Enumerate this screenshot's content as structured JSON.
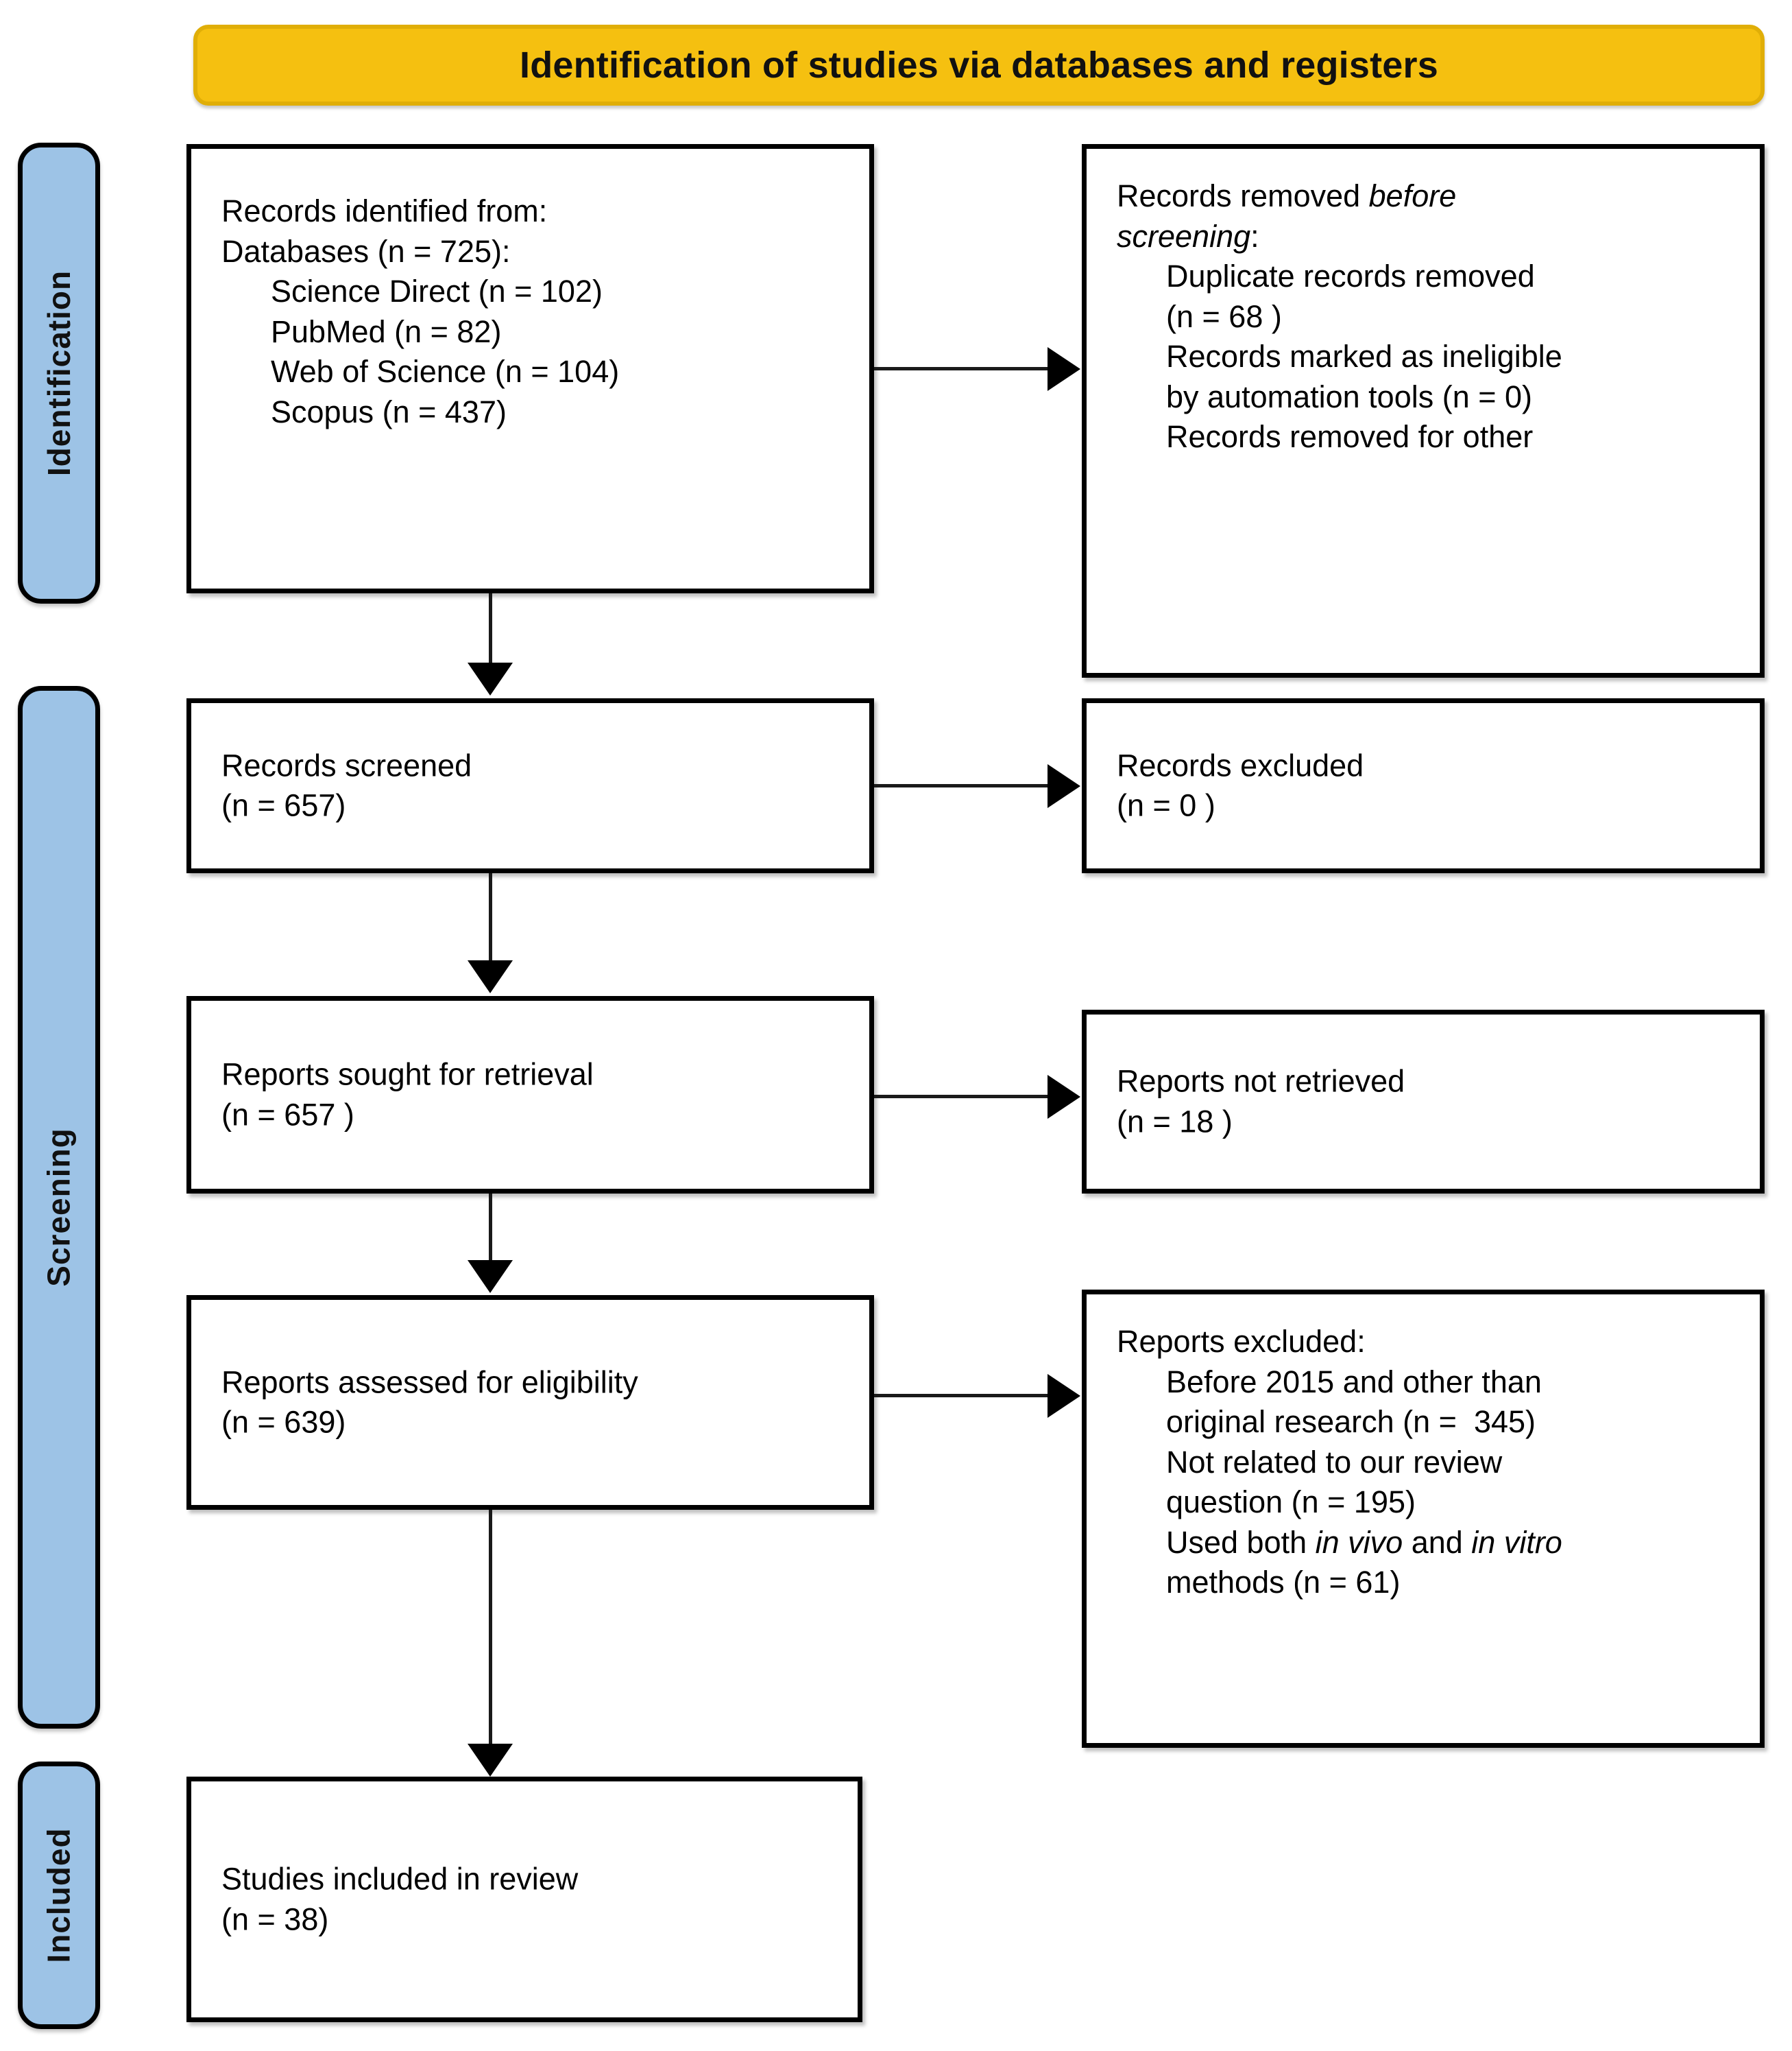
{
  "banner": {
    "title": "Identification of studies via databases and registers",
    "bg_color": "#F5C010"
  },
  "stages": {
    "identification": "Identification",
    "screening": "Screening",
    "included": "Included",
    "color": "#9DC3E6"
  },
  "boxes": {
    "identified": {
      "line1": "Records identified from:",
      "line2": "Databases (n = 725):",
      "line3": "Science Direct (n = 102)",
      "line4": "PubMed (n = 82)",
      "line5": "Web of Science (n = 104)",
      "line6": "Scopus (n = 437)"
    },
    "removed": {
      "line1_a": "Records removed ",
      "line1_em": "before",
      "line2_em": "screening",
      "line2_b": ":",
      "line3": "Duplicate records removed",
      "line4": "(n = 68 )",
      "line5": "Records marked as ineligible",
      "line6": "by automation tools (n = 0)",
      "line7": "Records removed for other"
    },
    "screened": {
      "line1": "Records screened",
      "line2": "(n = 657)"
    },
    "excluded": {
      "line1": "Records excluded",
      "line2": "(n = 0 )"
    },
    "sought": {
      "line1": "Reports sought for retrieval",
      "line2": "(n = 657 )"
    },
    "not_retrieved": {
      "line1": "Reports not retrieved",
      "line2": "(n = 18 )"
    },
    "assessed": {
      "line1": "Reports assessed for eligibility",
      "line2": "(n = 639)"
    },
    "reports_excluded": {
      "line1": "Reports excluded:",
      "line2": "Before 2015 and other than",
      "line3": "original research (n =  345)",
      "line4": "Not related to our review",
      "line5": "question (n = 195)",
      "line6_a": "Used both ",
      "line6_em1": "in vivo",
      "line6_b": " and ",
      "line6_em2": "in vitro",
      "line7": "methods (n = 61)"
    },
    "included": {
      "line1": "Studies included in review",
      "line2": "(n = 38)"
    }
  }
}
